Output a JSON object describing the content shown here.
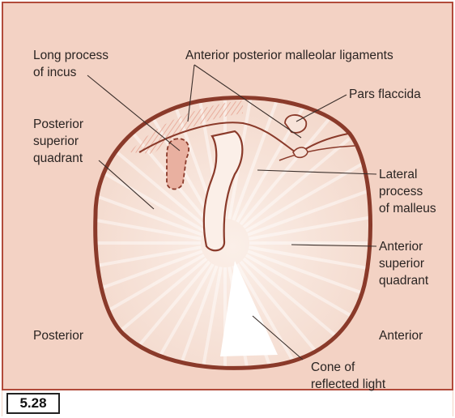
{
  "figure_number": "5.28",
  "labels": {
    "long_process_of_incus": "Long process\nof incus",
    "anterior_posterior_malleolar_ligaments": "Anterior posterior malleolar ligaments",
    "pars_flaccida": "Pars flaccida",
    "posterior_superior_quadrant": "Posterior\nsuperior\nquadrant",
    "lateral_process_of_malleus": "Lateral\nprocess\nof malleus",
    "anterior_superior_quadrant": "Anterior\nsuperior\nquadrant",
    "posterior": "Posterior",
    "anterior": "Anterior",
    "cone_of_reflected_light": "Cone of\nreflected light"
  },
  "colors": {
    "background": "#f3d2c4",
    "frame_border": "#b14a3a",
    "membrane_fill": "#f7e3d9",
    "membrane_outline": "#8a3a2a",
    "incus_fill": "#e9b0a0",
    "light_cone": "#ffffff",
    "leader_lines": "#3a2e2a"
  }
}
